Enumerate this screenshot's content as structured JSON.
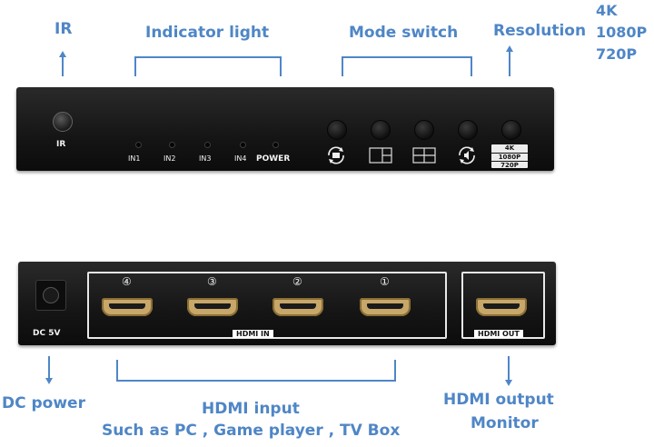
{
  "callouts": {
    "ir": "IR",
    "indicator": "Indicator light",
    "mode_switch": "Mode switch",
    "resolution": "Resolution",
    "res_options": [
      "4K",
      "1080P",
      "720P"
    ],
    "dc_power": "DC power",
    "hdmi_input": "HDMI input",
    "hdmi_input_sub": "Such as PC , Game player , TV Box",
    "hdmi_output": "HDMI output",
    "hdmi_output_sub": "Monitor"
  },
  "front_panel": {
    "ir_label": "IR",
    "led_labels": [
      "IN1",
      "IN2",
      "IN3",
      "IN4",
      "POWER"
    ],
    "res_badge": [
      "4K",
      "1080P",
      "720P"
    ]
  },
  "back_panel": {
    "dc_label": "DC 5V",
    "port_numbers": [
      "④",
      "③",
      "②",
      "①"
    ],
    "hdmi_in_label": "HDMI IN",
    "hdmi_out_label": "HDMI OUT"
  },
  "colors": {
    "accent": "#4f86c6",
    "device": "#151515",
    "port_gold": "#c7a76a"
  }
}
